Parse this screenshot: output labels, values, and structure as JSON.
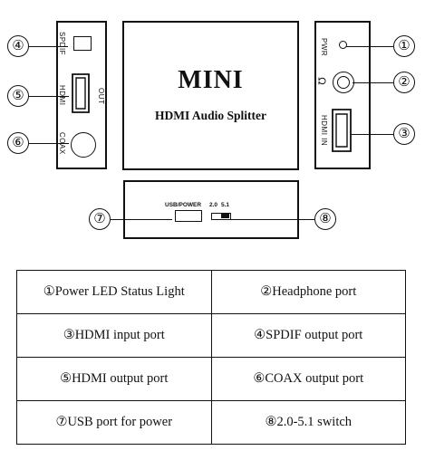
{
  "device": {
    "main_title": "MINI",
    "main_subtitle": "HDMI Audio Splitter",
    "left_panel": {
      "spdif": "SPDIF",
      "hdmi": "HDMI",
      "out": "OUT",
      "coax": "COAX"
    },
    "right_panel": {
      "pwr": "PWR",
      "hdmi_in": "HDMI IN"
    },
    "bottom_panel": {
      "usb_power": "USB/POWER",
      "switch_20": "2.0",
      "switch_51": "5.1"
    }
  },
  "callouts": [
    "①",
    "②",
    "③",
    "④",
    "⑤",
    "⑥",
    "⑦",
    "⑧"
  ],
  "legend": [
    [
      "①Power LED Status Light",
      "②Headphone port"
    ],
    [
      "③HDMI  input port",
      "④SPDIF output port"
    ],
    [
      "⑤HDMI  output port",
      "⑥COAX output port"
    ],
    [
      "⑦USB  port for power",
      "⑧2.0-5.1 switch"
    ]
  ]
}
